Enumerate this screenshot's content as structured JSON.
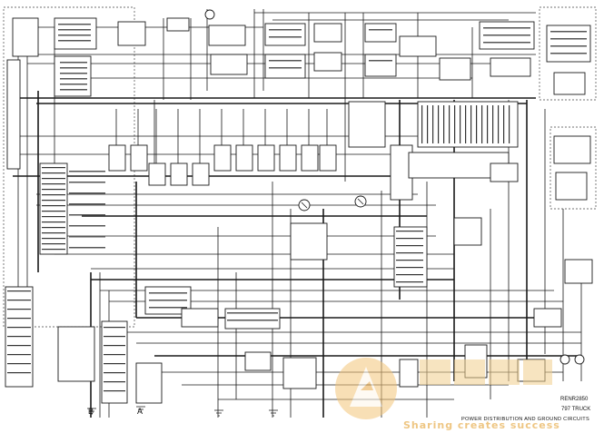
{
  "title_block": {
    "doc_number": "RENR2850",
    "machine": "797 TRUCK",
    "sheet_title": "POWER DISTRIBUTION AND GROUND CIRCUITS"
  },
  "section_marks": {
    "a": "A",
    "b": "B"
  },
  "watermark": {
    "text": "Sharing creates success",
    "color": "#e9b35a"
  },
  "colors": {
    "line": "#1a1a1a",
    "background": "#ffffff"
  },
  "icons": {
    "logo": "watermark-logo-icon",
    "gauge": "gauge-symbol-icon"
  }
}
